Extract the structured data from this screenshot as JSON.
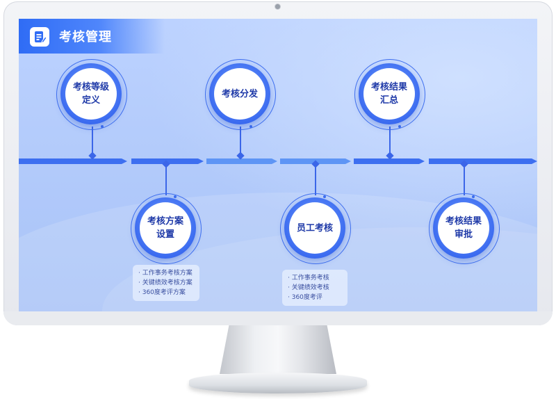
{
  "header": {
    "title": "考核管理",
    "icon": "document-edit-icon"
  },
  "colors": {
    "accent": "#3d6ff0",
    "header": "#2f6cf5",
    "node_text": "#1f3aa8"
  },
  "steps": [
    {
      "label": "考核等级\n定义"
    },
    {
      "label": "考核方案\n设置",
      "details": [
        "工作事务考核方案",
        "关键绩效考核方案",
        "360度考评方案"
      ]
    },
    {
      "label": "考核分发"
    },
    {
      "label": "员工考核",
      "details": [
        "工作事务考核",
        "关键绩效考核",
        "360度考评"
      ]
    },
    {
      "label": "考核结果\n汇总"
    },
    {
      "label": "考核结果\n审批"
    }
  ]
}
